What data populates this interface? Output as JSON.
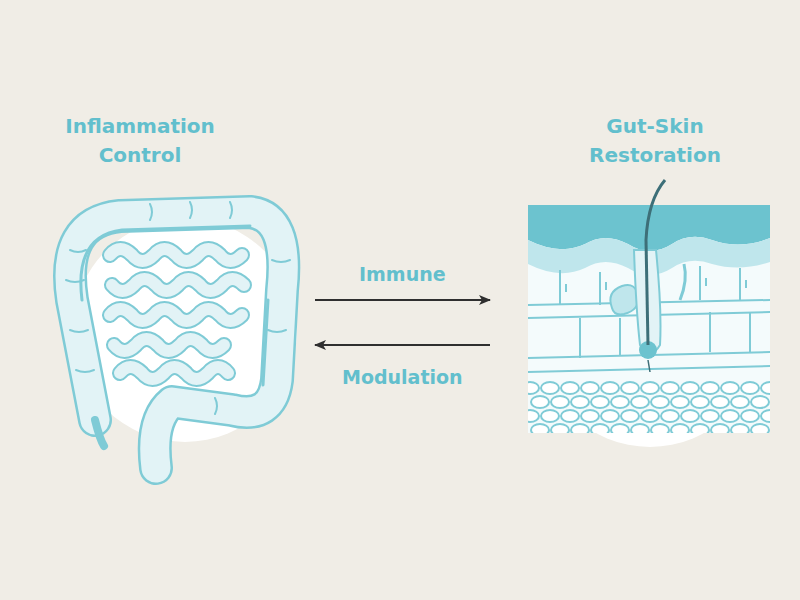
{
  "diagram": {
    "nodes": [
      {
        "text": [
          "Inflammation Control"
        ]
      },
      {
        "text": [
          "Gut-Skin Restoration"
        ]
      }
    ],
    "edges": [
      {
        "from": 0,
        "to": 1,
        "arrow": "to",
        "label": "Immune"
      },
      {
        "from": 1,
        "to": 0,
        "arrow": "to",
        "label": "Modulation"
      }
    ]
  }
}
